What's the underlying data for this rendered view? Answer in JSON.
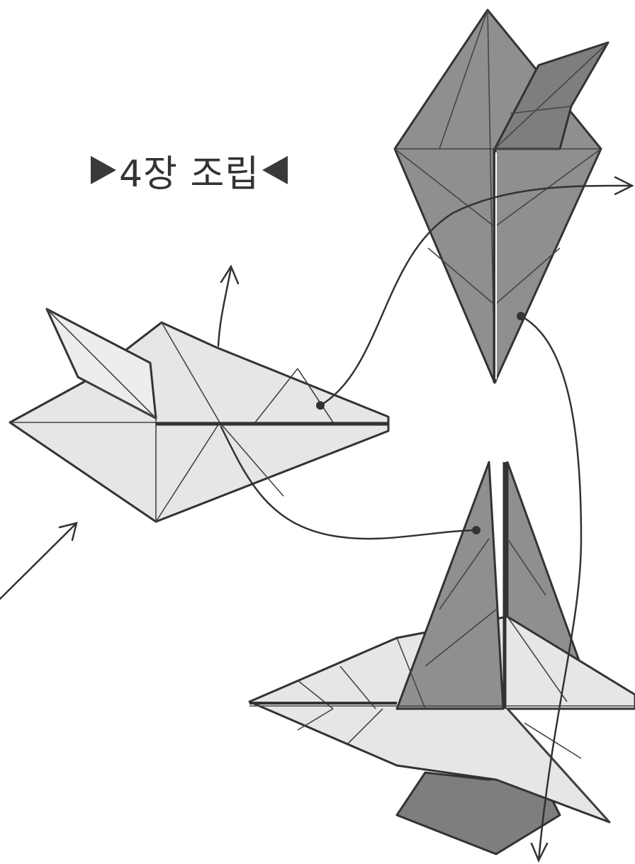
{
  "title": {
    "text": "4장 조립",
    "left_marker": "right-pointing-triangle",
    "right_marker": "left-pointing-triangle"
  },
  "colors": {
    "dark_paper": "#8f8f8f",
    "light_paper": "#e6e6e6",
    "line": "#333333",
    "background": "#ffffff"
  },
  "pieces": [
    "dark-kite-unit",
    "light-pointed-unit",
    "assembled-unit"
  ],
  "arrows": [
    "up-arrow",
    "right-arrow",
    "down-arrow",
    "diagonal-arrow"
  ]
}
